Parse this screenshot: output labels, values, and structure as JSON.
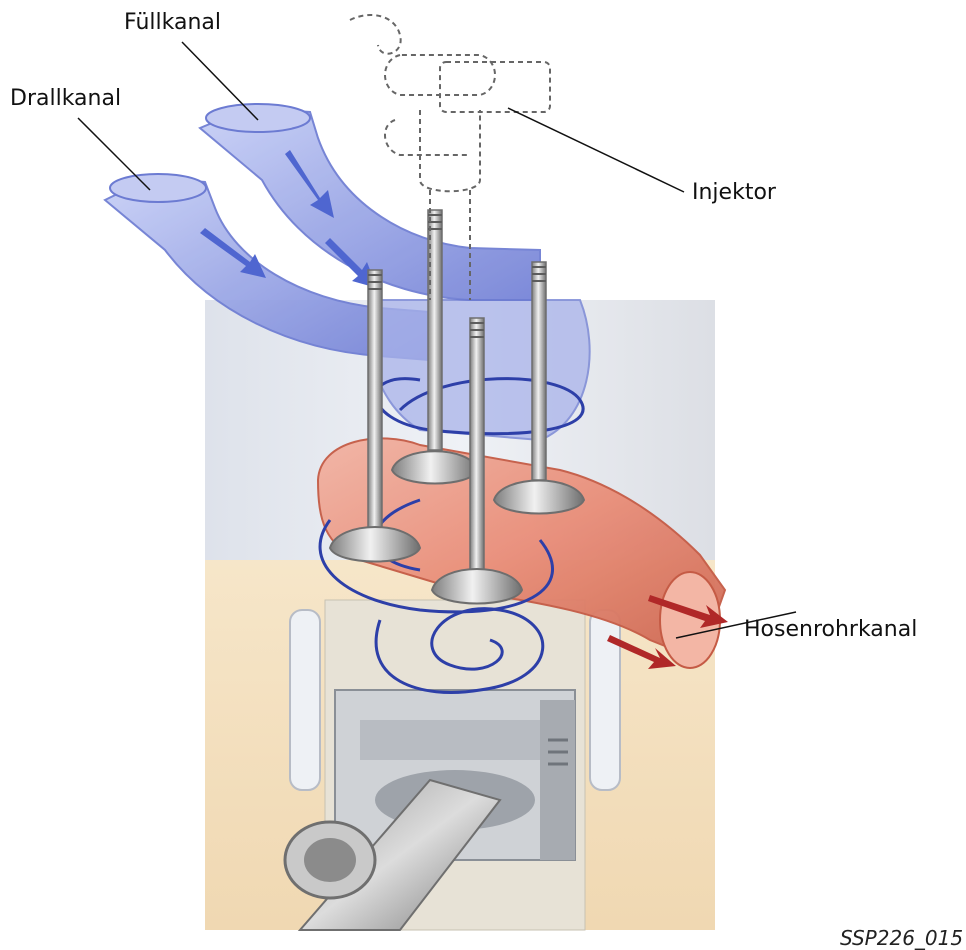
{
  "labels": {
    "fuellkanal": "Füllkanal",
    "drallkanal": "Drallkanal",
    "injektor": "Injektor",
    "hosenrohrkanal": "Hosenrohrkanal",
    "figure_code": "SSP226_015"
  },
  "colors": {
    "intake_port": "#9aa6e6",
    "intake_port_dark": "#5f6fcf",
    "exhaust_port": "#e98d78",
    "exhaust_port_dark": "#c55b45",
    "valve": "#b9b9b9",
    "valve_dark": "#6e6e6e",
    "block_beige": "#f3dfbf",
    "swirl": "#2d3fa8",
    "flow_arrow_intake": "#4f66d0",
    "flow_arrow_exhaust": "#b02828",
    "leader_line": "#111111"
  },
  "icons": {
    "injector": "injector-dashed-outline",
    "valves": "poppet-valve",
    "swirl": "swirl-flow"
  }
}
